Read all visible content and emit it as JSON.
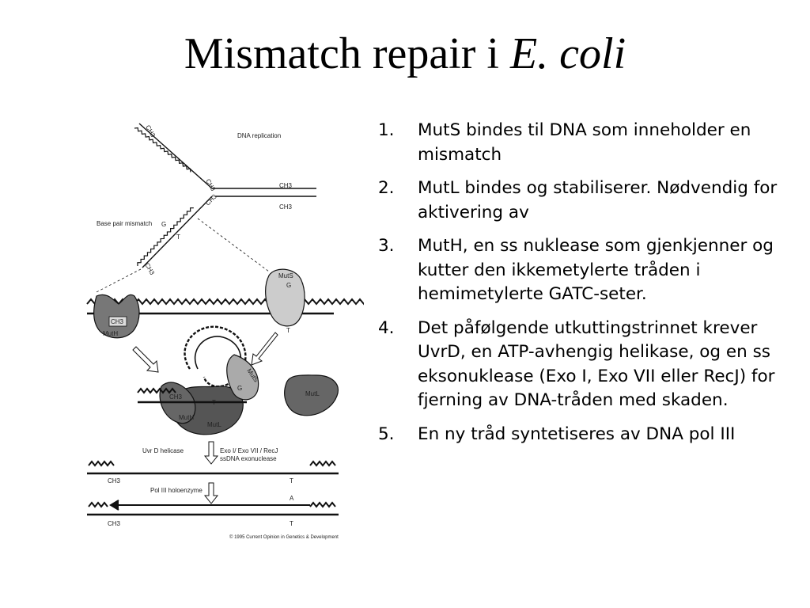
{
  "title": {
    "main": "Mismatch repair i ",
    "italic": "E. coli"
  },
  "figure": {
    "labels": {
      "dna_replication": "DNA replication",
      "base_pair_mismatch": "Base pair mismatch",
      "ch3": "CH3",
      "g": "G",
      "t": "T",
      "a": "A",
      "muts": "MutS",
      "mutl": "MutL",
      "muth": "MutH",
      "uvrd": "Uvr D helicase",
      "exo_line1": "Exo I/ Exo VII / RecJ",
      "exo_line2": "ssDNA exonuclease",
      "pol3": "Pol III holoenzyme",
      "copyright": "© 1995 Current Opinion in Genetics & Development"
    }
  },
  "steps": [
    {
      "num": "1.",
      "text": "MutS bindes til DNA som inneholder en mismatch"
    },
    {
      "num": "2.",
      "text": "MutL bindes og stabiliserer. Nødvendig for aktivering av"
    },
    {
      "num": "3.",
      "text": "MutH, en ss nuklease som gjenkjenner og kutter den ikkemetylerte tråden i hemimetylerte GATC-seter."
    },
    {
      "num": "4.",
      "text": "Det påfølgende utkuttingstrinnet krever UvrD, en ATP-avhengig helikase, og en ss eksonuklease (Exo I, Exo VII eller RecJ) for fjerning av DNA-tråden med skaden."
    },
    {
      "num": "5.",
      "text": "En ny tråd syntetiseres av DNA pol III"
    }
  ]
}
